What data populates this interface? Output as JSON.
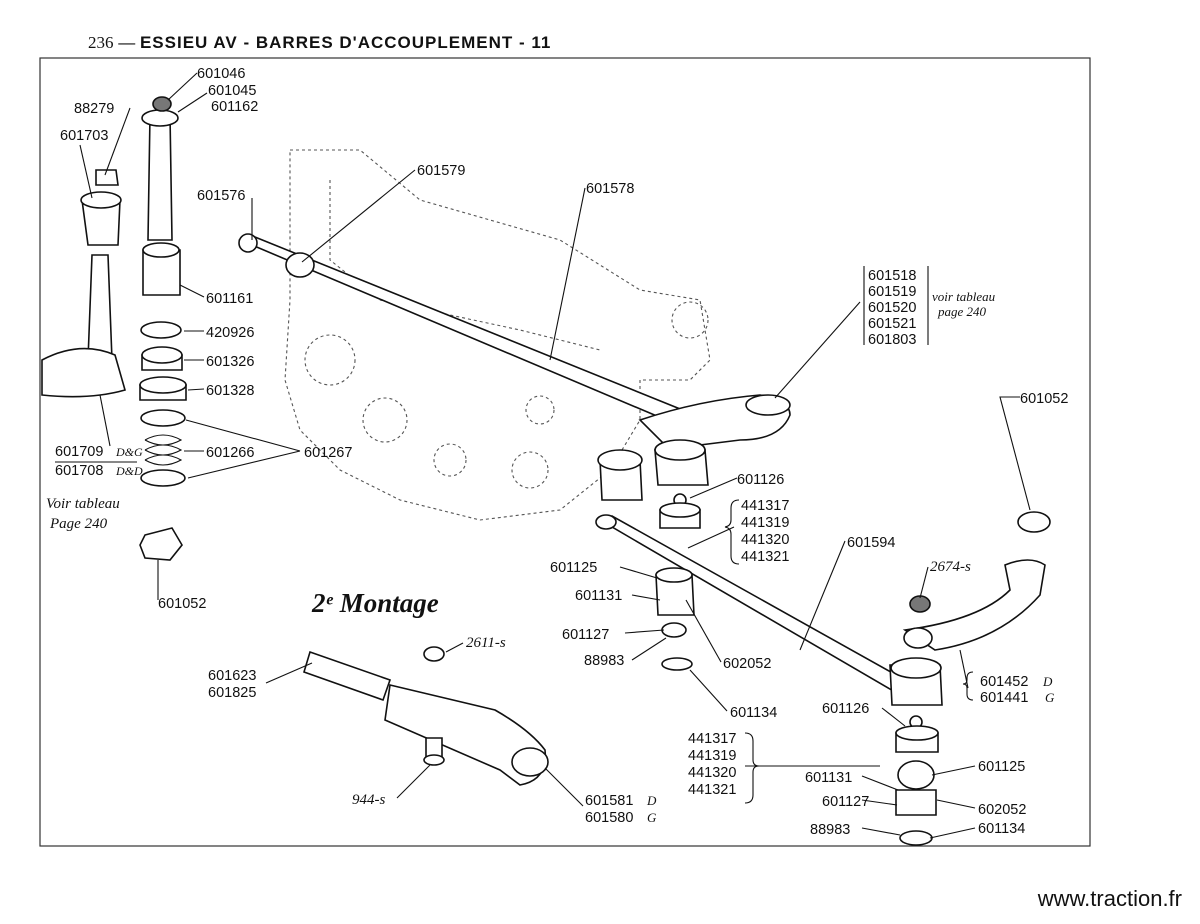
{
  "header": {
    "page_number": "236",
    "dash": "—",
    "title": "ESSIEU AV - BARRES D'ACCOUPLEMENT - 11"
  },
  "footer": {
    "url": "www.traction.fr"
  },
  "montage_title": "2ᵉ Montage",
  "notes": {
    "voir_tableau_right": [
      "voir tableau",
      "page 240"
    ],
    "voir_tableau_left": [
      "Voir tableau",
      "Page 240"
    ]
  },
  "labels": {
    "p601046": "601046",
    "p601045": "601045",
    "p601162": "601162",
    "p88279": "88279",
    "p601703": "601703",
    "p601161": "601161",
    "p420926": "420926",
    "p601326": "601326",
    "p601328": "601328",
    "p601266": "601266",
    "p601267": "601267",
    "p601709": "601709",
    "p601709_suffix": "D&G",
    "p601708": "601708",
    "p601708_suffix": "D&D",
    "p601052_left": "601052",
    "p601576": "601576",
    "p601579": "601579",
    "p601578": "601578",
    "group_right": [
      "601518",
      "601519",
      "601520",
      "601521",
      "601803"
    ],
    "p601052_right": "601052",
    "p601126_top": "601126",
    "group_mid": [
      "441317",
      "441319",
      "441320",
      "441321"
    ],
    "p601594": "601594",
    "p601125_left": "601125",
    "p601131_left": "601131",
    "p601127_left": "601127",
    "p88983_left": "88983",
    "p602052_left": "602052",
    "p601134_left": "601134",
    "p2674s": "2674-s",
    "p601452": "601452",
    "p601452_suffix": "D",
    "p601441": "601441",
    "p601441_suffix": "G",
    "p601126_bottom": "601126",
    "group_bottom": [
      "441317",
      "441319",
      "441320",
      "441321"
    ],
    "p601125_right": "601125",
    "p601131_right": "601131",
    "p601127_right": "601127",
    "p602052_right": "602052",
    "p88983_right": "88983",
    "p601134_right": "601134",
    "p2611s": "2611-s",
    "p601623": "601623",
    "p601825": "601825",
    "p944s": "944-s",
    "p601581": "601581",
    "p601581_suffix": "D",
    "p601580": "601580",
    "p601580_suffix": "G"
  }
}
